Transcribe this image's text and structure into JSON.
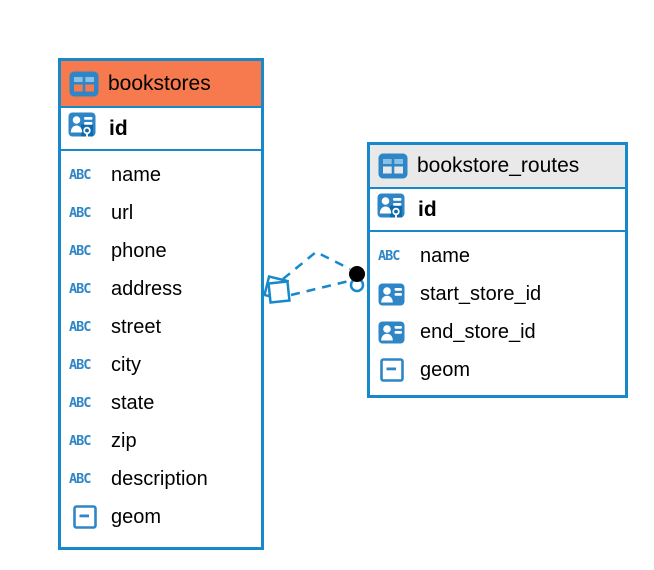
{
  "colors": {
    "accent_blue": "#1789CB",
    "icon_blue": "#2E86C7",
    "icon_light_blue": "#8BC0E5",
    "key_badge_blue": "#0F69AD",
    "bookstores_header_orange": "#F67A4E",
    "routes_header_gray": "#E9E9E9",
    "text_black": "#000000",
    "endpoint_dot_black": "#000000"
  },
  "icons": {
    "text_type_glyph": "ABC"
  },
  "tables": [
    {
      "title": "bookstores",
      "key_column": "id",
      "columns": [
        {
          "label": "name",
          "icon": "text-type-icon"
        },
        {
          "label": "url",
          "icon": "text-type-icon"
        },
        {
          "label": "phone",
          "icon": "text-type-icon"
        },
        {
          "label": "address",
          "icon": "text-type-icon"
        },
        {
          "label": "street",
          "icon": "text-type-icon"
        },
        {
          "label": "city",
          "icon": "text-type-icon"
        },
        {
          "label": "state",
          "icon": "text-type-icon"
        },
        {
          "label": "zip",
          "icon": "text-type-icon"
        },
        {
          "label": "description",
          "icon": "text-type-icon"
        },
        {
          "label": "geom",
          "icon": "geometry-type-icon"
        }
      ]
    },
    {
      "title": "bookstore_routes",
      "key_column": "id",
      "columns": [
        {
          "label": "name",
          "icon": "text-type-icon"
        },
        {
          "label": "start_store_id",
          "icon": "reference-type-icon"
        },
        {
          "label": "end_store_id",
          "icon": "reference-type-icon"
        },
        {
          "label": "geom",
          "icon": "geometry-type-icon"
        }
      ]
    }
  ],
  "relationships": {
    "from_table": "bookstores",
    "to_table": "bookstore_routes",
    "line_style": "dashed",
    "line_count": 2
  }
}
